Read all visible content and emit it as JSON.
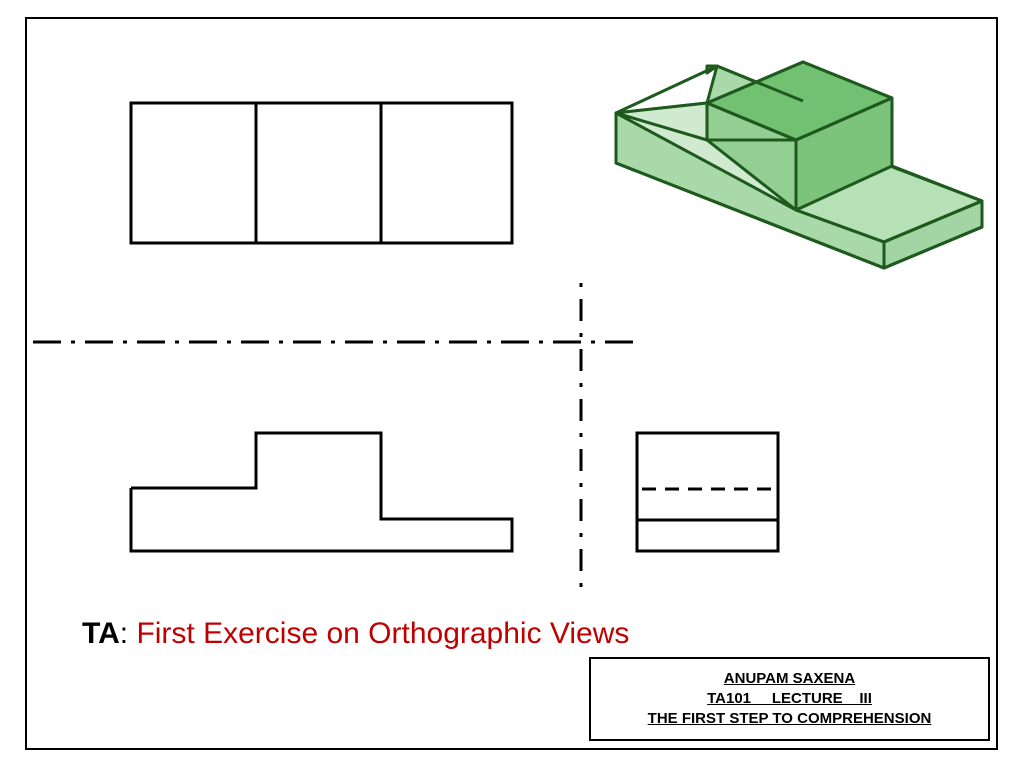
{
  "caption": {
    "prefix": "TA",
    "separator": ": ",
    "title": "First Exercise on Orthographic Views"
  },
  "title_block": {
    "author": "ANUPAM SAXENA",
    "course_line": "TA101     LECTURE    III",
    "subtitle": "THE FIRST STEP TO COMPREHENSION"
  },
  "colors": {
    "caption_title": "#c00000",
    "iso_fill": "#9fd49f",
    "iso_stroke": "#1e5a1e"
  }
}
